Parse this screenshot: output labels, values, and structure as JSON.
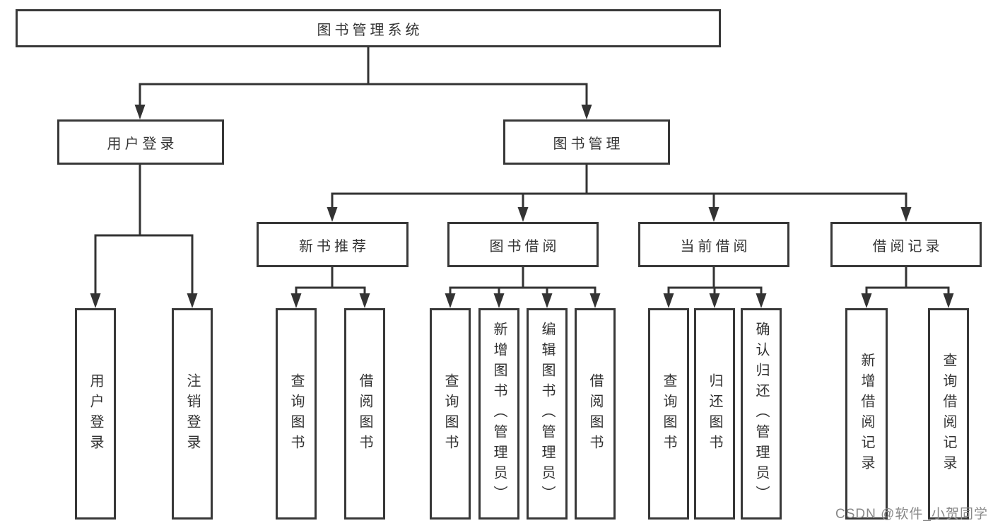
{
  "diagram": {
    "root": {
      "label": "图书管理系统"
    },
    "login": {
      "label": "用户登录",
      "children": [
        {
          "label": "用户登录"
        },
        {
          "label": "注销登录"
        }
      ]
    },
    "mgmt": {
      "label": "图书管理",
      "children": [
        {
          "label": "新书推荐",
          "children": [
            {
              "label": "查询图书"
            },
            {
              "label": "借阅图书"
            }
          ]
        },
        {
          "label": "图书借阅",
          "children": [
            {
              "label": "查询图书"
            },
            {
              "label": "新增图书（管理员）"
            },
            {
              "label": "编辑图书（管理员）"
            },
            {
              "label": "借阅图书"
            }
          ]
        },
        {
          "label": "当前借阅",
          "children": [
            {
              "label": "查询图书"
            },
            {
              "label": "归还图书"
            },
            {
              "label": "确认归还（管理员）"
            }
          ]
        },
        {
          "label": "借阅记录",
          "children": [
            {
              "label": "新增借阅记录"
            },
            {
              "label": "查询借阅记录"
            }
          ]
        }
      ]
    }
  },
  "watermark": {
    "text": "CSDN @软件_小贺同学"
  },
  "colors": {
    "line": "#333333",
    "box_border": "#383838",
    "text": "#333333",
    "watermark": "#888888",
    "background": "#ffffff"
  }
}
